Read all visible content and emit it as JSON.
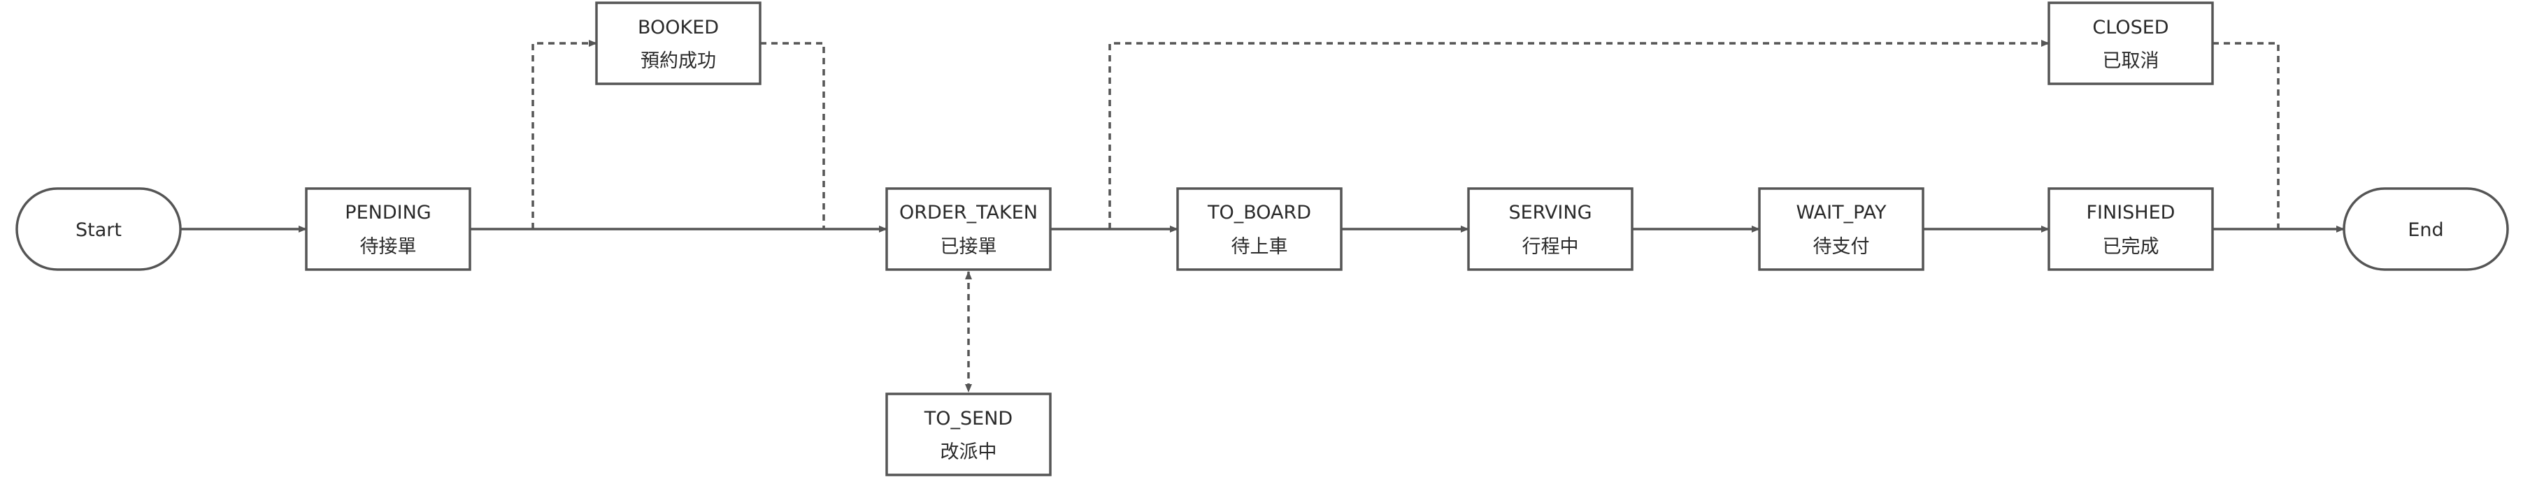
{
  "diagram": {
    "nodes": {
      "start": {
        "label": "Start"
      },
      "end": {
        "label": "End"
      },
      "pending": {
        "label": "PENDING",
        "sublabel": "待接單"
      },
      "booked": {
        "label": "BOOKED",
        "sublabel": "預約成功"
      },
      "order_taken": {
        "label": "ORDER_TAKEN",
        "sublabel": "已接單"
      },
      "to_send": {
        "label": "TO_SEND",
        "sublabel": "改派中"
      },
      "to_board": {
        "label": "TO_BOARD",
        "sublabel": "待上車"
      },
      "serving": {
        "label": "SERVING",
        "sublabel": "行程中"
      },
      "wait_pay": {
        "label": "WAIT_PAY",
        "sublabel": "待支付"
      },
      "finished": {
        "label": "FINISHED",
        "sublabel": "已完成"
      },
      "closed": {
        "label": "CLOSED",
        "sublabel": "已取消"
      }
    },
    "edges": [
      {
        "from": "start",
        "to": "pending",
        "style": "solid"
      },
      {
        "from": "pending",
        "to": "order_taken",
        "style": "solid"
      },
      {
        "from": "pending",
        "to": "booked",
        "style": "dashed"
      },
      {
        "from": "booked",
        "to": "order_taken",
        "style": "dashed"
      },
      {
        "from": "order_taken",
        "to": "to_send",
        "style": "dashed",
        "bidirectional": true
      },
      {
        "from": "order_taken",
        "to": "to_board",
        "style": "solid"
      },
      {
        "from": "order_taken",
        "to": "closed",
        "style": "dashed"
      },
      {
        "from": "to_board",
        "to": "serving",
        "style": "solid"
      },
      {
        "from": "serving",
        "to": "wait_pay",
        "style": "solid"
      },
      {
        "from": "wait_pay",
        "to": "finished",
        "style": "solid"
      },
      {
        "from": "finished",
        "to": "end",
        "style": "solid"
      },
      {
        "from": "closed",
        "to": "end",
        "style": "dashed"
      }
    ],
    "colors": {
      "stroke": "#555555",
      "text": "#2a2a2a",
      "background": "#ffffff"
    }
  }
}
